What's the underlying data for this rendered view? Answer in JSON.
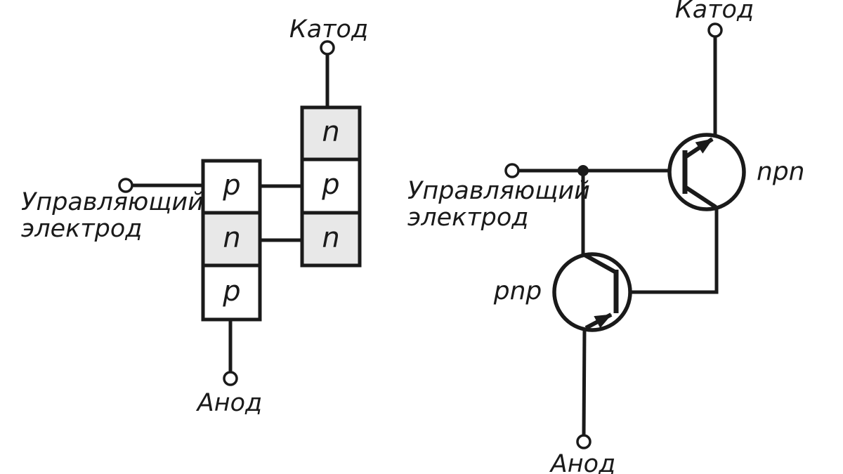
{
  "colors": {
    "ink": "#1a1a1a",
    "n_region_fill": "#e8e8e8",
    "p_region_fill": "#ffffff",
    "background": "#ffffff"
  },
  "left_diagram": {
    "cathode": {
      "label": "Катод"
    },
    "anode": {
      "label": "Анод"
    },
    "gate": {
      "label_line1": "Управляющий",
      "label_line2": "электрод"
    },
    "cathode_column_layers": [
      {
        "label": "n"
      },
      {
        "label": "p"
      },
      {
        "label": "n"
      }
    ],
    "anode_column_layers": [
      {
        "label": "p"
      },
      {
        "label": "n"
      },
      {
        "label": "p"
      }
    ]
  },
  "right_diagram": {
    "cathode": {
      "label": "Катод"
    },
    "anode": {
      "label": "Анод"
    },
    "gate": {
      "label_line1": "Управляющий",
      "label_line2": "электрод"
    },
    "npn_transistor": {
      "label": "npn"
    },
    "pnp_transistor": {
      "label": "pnp"
    }
  }
}
